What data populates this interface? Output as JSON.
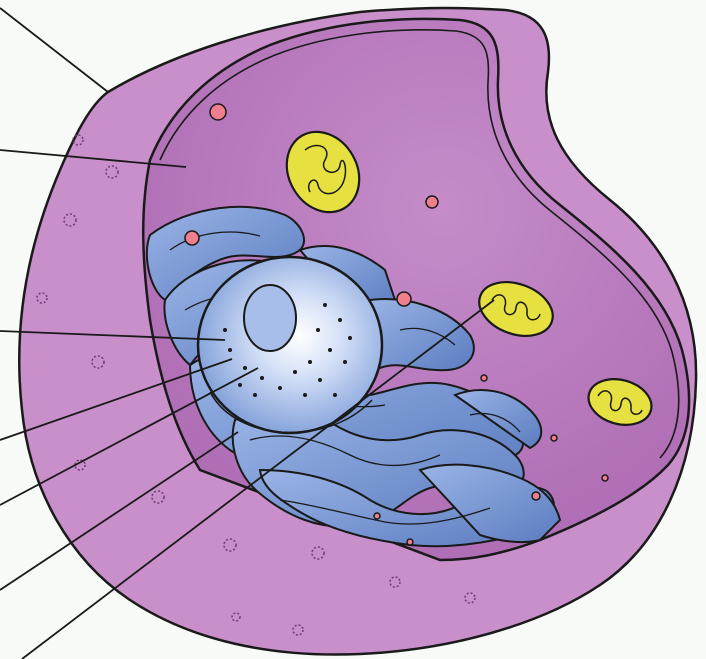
{
  "diagram": {
    "subject": "animal-cell-cutaway",
    "labels_printed": false,
    "leader_lines": [
      {
        "id": "leader-cell-membrane",
        "target": "cell-membrane"
      },
      {
        "id": "leader-cytoplasm",
        "target": "cytoplasm"
      },
      {
        "id": "leader-nucleus",
        "target": "nucleus"
      },
      {
        "id": "leader-nucleolus",
        "target": "nucleolus"
      },
      {
        "id": "leader-nuclear-pore",
        "target": "nuclear-pore"
      },
      {
        "id": "leader-endoplasmic-reticulum",
        "target": "endoplasmic-reticulum"
      },
      {
        "id": "leader-mitochondrion",
        "target": "mitochondrion"
      }
    ],
    "structures": [
      "cell-membrane",
      "cytoplasm",
      "nucleus",
      "nucleolus",
      "nuclear-pores",
      "endoplasmic-reticulum",
      "mitochondria",
      "vesicles"
    ],
    "colors": {
      "membrane": "#c98fcb",
      "membrane_dark": "#b377b8",
      "cytoplasm": "#b875bd",
      "cytoplasm_light": "#cfa0d1",
      "er": "#7f9fd6",
      "er_dark": "#5f7fbe",
      "nucleus": "#c8d7f3",
      "mitochondria": "#e6e040",
      "vesicle": "#f07f8e",
      "background": "#f7faf6",
      "outline": "#1a1a1a"
    }
  }
}
